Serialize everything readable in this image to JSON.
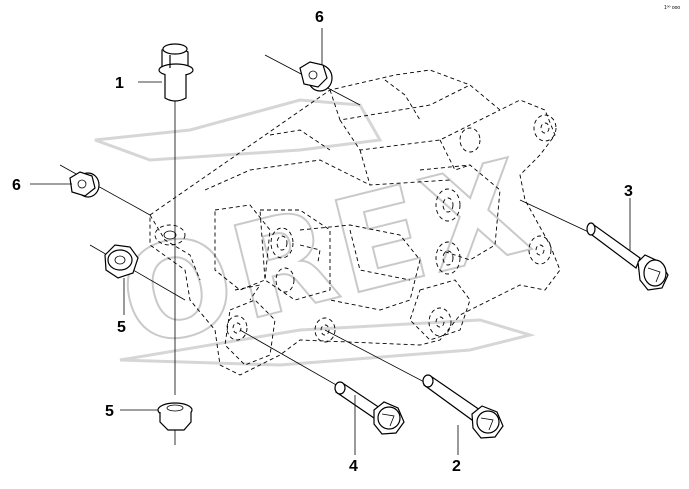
{
  "watermark": {
    "text": "OREX",
    "color": "#c9c9c9"
  },
  "corner_mark": "1ºº  ooo",
  "callouts": {
    "c1": "1",
    "c2": "2",
    "c3": "3",
    "c4": "4",
    "c5a": "5",
    "c5b": "5",
    "c6a": "6",
    "c6b": "6"
  },
  "parts": [
    {
      "id": "1",
      "kind": "flange bolt"
    },
    {
      "id": "2",
      "kind": "long bolt"
    },
    {
      "id": "3",
      "kind": "long bolt"
    },
    {
      "id": "4",
      "kind": "long bolt"
    },
    {
      "id": "5",
      "kind": "flange nut"
    },
    {
      "id": "6",
      "kind": "washer nut"
    }
  ]
}
